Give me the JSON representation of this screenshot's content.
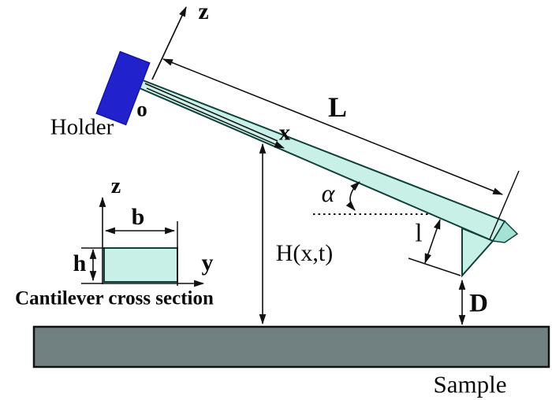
{
  "figure": {
    "description": "AFM cantilever and tip above a sample with geometric annotations"
  },
  "labels": {
    "z_axis": "z",
    "origin": "o",
    "holder": "Holder",
    "beam_length": "L",
    "x_axis": "x",
    "tilt_angle": "α",
    "height_function": "H(x,t)",
    "tip_length": "l",
    "tip_sample_distance": "D",
    "sample": "Sample"
  },
  "inset": {
    "z_axis": "z",
    "y_axis": "y",
    "width": "b",
    "thickness": "h",
    "caption": "Cantilever cross section"
  },
  "colors": {
    "holder": "#2222cc",
    "holder_edge": "#1515a6",
    "beam": "#c9f0e6",
    "beam_facet": "#a5e2d6",
    "tip": "#c6efe5",
    "beam_edge": "#10403c",
    "sample": "#718080",
    "line": "#111111",
    "background": "#ffffff"
  }
}
